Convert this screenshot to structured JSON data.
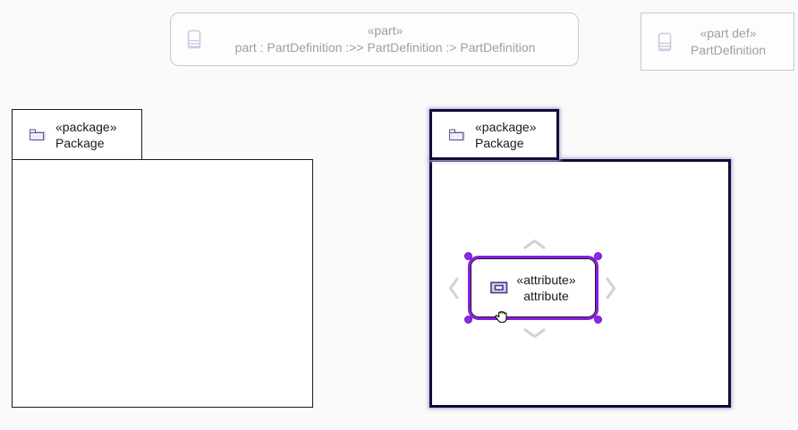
{
  "diagram": {
    "background": "#fafafa",
    "nodes": {
      "ghost_part": {
        "stereotype": "«part»",
        "name": "part : PartDefinition :>> PartDefinition :> PartDefinition",
        "state": "faded-preview"
      },
      "ghost_part_def": {
        "stereotype": "«part def»",
        "name": "PartDefinition",
        "state": "faded-preview"
      },
      "package_left": {
        "stereotype": "«package»",
        "name": "Package",
        "state": "default"
      },
      "package_right": {
        "stereotype": "«package»",
        "name": "Package",
        "state": "selected"
      },
      "attribute": {
        "stereotype": "«attribute»",
        "name": "attribute",
        "state": "selected"
      }
    },
    "icons": {
      "ghost_part": "part-compartments-icon",
      "package": "folder-icon",
      "attribute": "attribute-slot-icon"
    },
    "colors": {
      "ghost_text": "#9e9e9e",
      "ghost_border": "#c9c9c9",
      "node_text": "#1a1a1a",
      "node_border": "#1b1b1b",
      "selected_package_border": "#17093b",
      "selection_purple": "#871fe3",
      "handle_purple": "#8a2be2",
      "arrow_gray": "#d2d2d2",
      "icon_lavender_dark": "#5f5890",
      "icon_lavender_light": "#ecebf7"
    }
  }
}
